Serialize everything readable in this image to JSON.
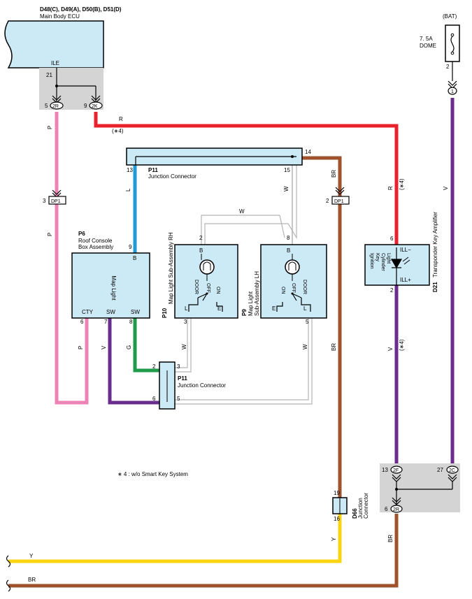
{
  "colors": {
    "pink": "#ee82b4",
    "red": "#e8212c",
    "blue": "#1f9bd8",
    "purple": "#6a2d8e",
    "brown": "#a0522d",
    "yellow": "#f8d412",
    "green": "#1f9a48",
    "white_wire": "#b4b4b4",
    "component_fill": "#cce9f6",
    "splice_fill": "#d4d4d4"
  },
  "ecu": {
    "codes": "D48(C), D49(A), D50(B), D51(D)",
    "name": "Main Body ECU",
    "terminal": "ILE",
    "pin_top": "21",
    "pin_left": "5",
    "conn_left": "2R",
    "pin_right": "9",
    "conn_right": "2K"
  },
  "fuse": {
    "supply": "(BAT)",
    "rating": "7. 5A",
    "name": "DOME",
    "pin": "2",
    "conn": "1"
  },
  "p11_top": {
    "code": "P11",
    "name": "Junction Connector",
    "pin_right": "14",
    "pin_left": "13",
    "pin_mid": "15"
  },
  "dp1_left": {
    "pin": "3",
    "label": "DP1"
  },
  "dp1_right": {
    "pin": "2",
    "label": "DP1"
  },
  "p6": {
    "code": "P6",
    "name1": "Roof Console",
    "name2": "Box Assembly",
    "inner": "Map Light",
    "pin_b": "9",
    "term_b": "B",
    "term_cty": "CTY",
    "term_sw1": "SW",
    "term_sw2": "SW",
    "pin_6": "6",
    "pin_7": "7",
    "pin_8": "8"
  },
  "p10": {
    "code": "P10",
    "name": "Map Light Sub-Assembly RH",
    "pin_b": "2",
    "term_b": "B",
    "door": "DOOR",
    "off": "OFF",
    "on": "ON",
    "term_l": "L",
    "term_e": "E",
    "pin_3": "3"
  },
  "p9": {
    "code": "P9",
    "name1": "Map Light",
    "name2": "Sub-Assembly LH",
    "pin_b": "8",
    "term_b": "B",
    "on": "ON",
    "off": "OFF",
    "door": "DOOR",
    "term_e": "E",
    "term_l": "L",
    "pin_5": "5"
  },
  "p11_bottom": {
    "code": "P11",
    "name": "Junction Connector",
    "pin_2": "2",
    "pin_3": "3",
    "pin_6": "6",
    "pin_5": "5"
  },
  "d21": {
    "code": "D21",
    "name": "Transponder Key Amplifier",
    "inner1": "Ignition",
    "inner2": "Key",
    "inner3": "Cylinder",
    "inner4": "Light",
    "term_minus": "ILL−",
    "term_plus": "ILL+",
    "pin_6": "6",
    "pin_2": "2"
  },
  "d66": {
    "code": "D66",
    "name1": "Junction",
    "name2": "Connector",
    "pin_19": "19",
    "pin_16": "16"
  },
  "bottom_splice": {
    "pin_13": "13",
    "conn_2f": "2F",
    "pin_27": "27",
    "conn_2c": "2C",
    "pin_6": "6",
    "conn_2r": "2R"
  },
  "wire_labels": {
    "p": "P",
    "r": "R",
    "note4": "(∗4)",
    "l": "L",
    "w": "W",
    "br": "BR",
    "v": "V",
    "g": "G",
    "y": "Y"
  },
  "note": "∗ 4 : w/o Smart Key System"
}
